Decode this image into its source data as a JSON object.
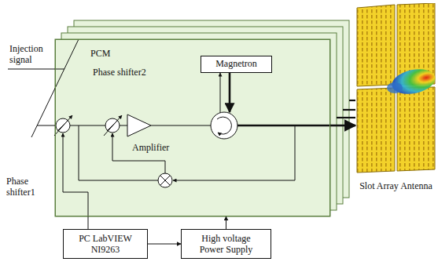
{
  "diagram": {
    "nodes": [
      {
        "text": [
          "PCM"
        ]
      },
      {
        "text": [
          "Magnetron"
        ],
        "in": 0
      },
      {
        "text": [
          "PC LabVIEW NI9263"
        ]
      },
      {
        "text": [
          "High voltage Power Supply"
        ]
      },
      {
        "text": [
          "Slot Array Antenna"
        ]
      }
    ],
    "edges": [
      {
        "from": 2,
        "to": 3,
        "arrow": "to"
      },
      {
        "from": 3,
        "to": 0,
        "arrow": "to"
      },
      {
        "from": 0,
        "to": 4,
        "arrow": "to"
      }
    ],
    "labels": [
      "Injection signal",
      "Phase shifter2",
      "Phase shifter1",
      "Amplifier"
    ]
  }
}
